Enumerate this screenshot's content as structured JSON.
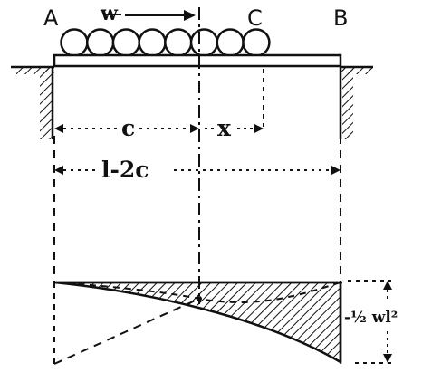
{
  "labels": {
    "point_a": "A",
    "point_b": "B",
    "point_c": "C",
    "load_symbol": "w",
    "dim_c": "c",
    "dim_x": "x",
    "dim_span": "l-2c",
    "moment_value": "-½ wl²"
  },
  "colors": {
    "ink": "#111111",
    "paper": "#ffffff"
  },
  "icons": {
    "load_direction": "right-arrow-icon",
    "rolling_load": "circle-roller-icon",
    "support": "hatched-ground-icon"
  },
  "rolling_load": {
    "ball_count": 8
  }
}
